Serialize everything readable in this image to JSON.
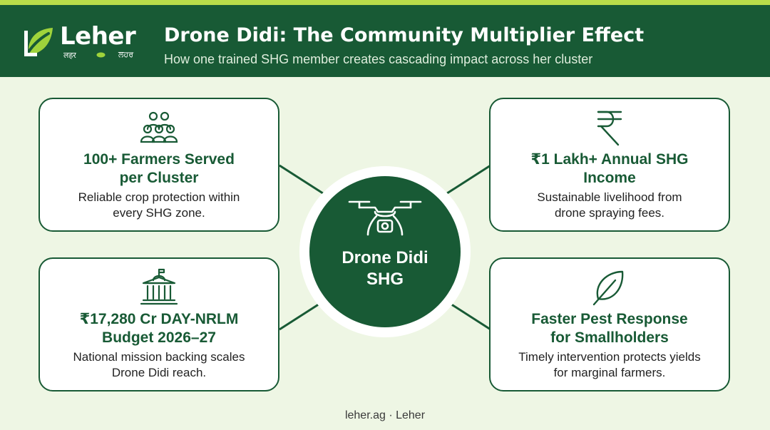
{
  "brand": {
    "name": "Leher",
    "sub_left": "लहर",
    "sub_right": "ਲਹਰ"
  },
  "header": {
    "title": "Drone Didi: The Community Multiplier Effect",
    "subtitle": "How one trained SHG member creates cascading impact across her cluster"
  },
  "hub": {
    "line1": "Drone Didi",
    "line2": "SHG",
    "icon": "drone-icon"
  },
  "cards": {
    "top_left": {
      "icon": "people-group-icon",
      "title_line1": "100+ Farmers Served",
      "title_line2": "per Cluster",
      "desc_line1": "Reliable crop protection within",
      "desc_line2": "every SHG zone."
    },
    "top_right": {
      "icon": "rupee-icon",
      "title_line1": "₹1 Lakh+ Annual SHG",
      "title_line2": "Income",
      "desc_line1": "Sustainable livelihood from",
      "desc_line2": "drone spraying fees."
    },
    "bottom_left": {
      "icon": "government-building-icon",
      "title_line1": "₹17,280 Cr DAY-NRLM",
      "title_line2": "Budget 2026–27",
      "desc_line1": "National mission backing scales",
      "desc_line2": "Drone Didi reach."
    },
    "bottom_right": {
      "icon": "leaf-icon",
      "title_line1": "Faster Pest Response",
      "title_line2": "for Smallholders",
      "desc_line1": "Timely intervention protects yields",
      "desc_line2": "for marginal farmers."
    }
  },
  "footer": {
    "text": "leher.ag · Leher"
  },
  "colors": {
    "primary": "#185a35",
    "accent": "#b9dc4a",
    "background": "#eef6e4"
  }
}
